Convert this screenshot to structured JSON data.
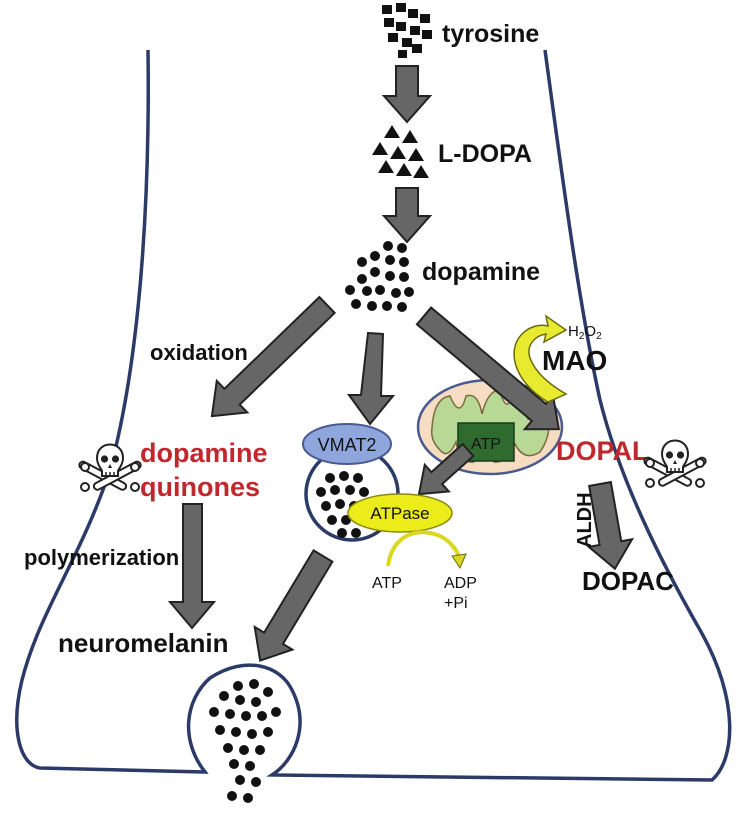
{
  "colors": {
    "membrane": "#2b3a67",
    "arrow_fill": "#666666",
    "arrow_stroke": "#222222",
    "toxic_label": "#c0282d",
    "vmat2": "#8ea6dc",
    "atpase": "#ecec1a",
    "atp_box": "#2f6b2f",
    "mito_outer": "#f6dcc0",
    "mito_inner": "#b8d896",
    "mao_arrow": "#e8ea30"
  },
  "labels": {
    "tyrosine": "tyrosine",
    "ldopa": "L-DOPA",
    "dopamine": "dopamine",
    "oxidation": "oxidation",
    "quinones_line1": "dopamine",
    "quinones_line2": "quinones",
    "polymerization": "polymerization",
    "neuromelanin": "neuromelanin",
    "vmat2": "VMAT2",
    "h2o2_main": "H",
    "h2o2_sub1": "2",
    "h2o2_mid": "O",
    "h2o2_sub2": "2",
    "mao": "MAO",
    "atp_mito": "ATP",
    "atpase": "ATPase",
    "atp": "ATP",
    "adp": "ADP",
    "pi": "+Pi",
    "dopal": "DOPAL",
    "aldh": "ALDH",
    "dopac": "DOPAC"
  },
  "icons": {
    "quinones_toxic": "skull-crossbones-icon",
    "dopal_toxic": "skull-crossbones-icon"
  }
}
